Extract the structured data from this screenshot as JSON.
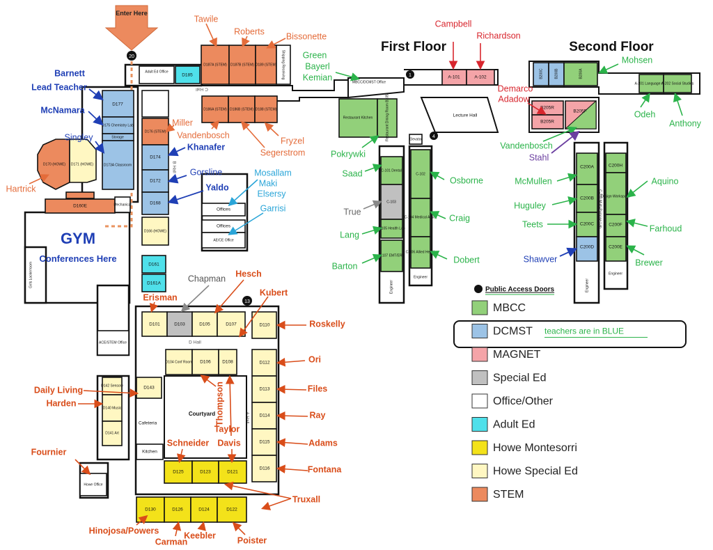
{
  "colors": {
    "mbcc": "#92d07a",
    "dcmst": "#9cc3e6",
    "magnet": "#f4a4a8",
    "special_ed": "#c0c0c0",
    "office_other": "#ffffff",
    "adult_ed": "#4fe0ea",
    "howe_montessori": "#f3e21a",
    "howe_special_ed": "#fff7c2",
    "stem": "#ec8a5e"
  },
  "headings": {
    "enter": "Enter Here",
    "first_floor": "First Floor",
    "second_floor": "Second Floor",
    "gym": "GYM",
    "conferences": "Conferences Here",
    "door_20": "20",
    "door_13": "13",
    "door_1": "1",
    "door_4": "4"
  },
  "rooms": {
    "adult_ed_office": "Adult Ed Office",
    "d185": "D185",
    "d187a": "D187A (STEM)",
    "d187b": "D187B (STEM)",
    "d189": "D189 (STEM)",
    "shipping": "Shipping Receiving",
    "c_hall": "C Hall",
    "d186a": "D186A (STEM)",
    "d186b": "D186B (STEM)",
    "d188": "D188 (STEM)",
    "d177": "D177",
    "d175": "D175 Chemistry Lab",
    "storage": "Storage",
    "d173a": "D173A Classroom",
    "d170": "D170 (HOWE)",
    "d171": "D171 (HOWE)",
    "d160e": "D160E",
    "mechanical": "Mechanical",
    "d176": "D176 (STEM)",
    "d174": "D174",
    "d172": "D172",
    "d168": "D168",
    "d166": "D166 (HOWE)",
    "b_hall": "B Hall",
    "offices1": "Offices",
    "offices2": "Offices",
    "ace_ce": "AE/CE Office",
    "d161": "D161",
    "d161a": "D161A",
    "girls_locker": "Girls Lockerroom",
    "ace_stem": "ACE/STEM Office",
    "d101": "D101",
    "d103": "D103",
    "d105": "D105",
    "d107": "D107",
    "d110": "D110",
    "d_hall": "D Hall",
    "d104": "D104 Conf Room",
    "d106": "D106",
    "d108": "D108",
    "d112": "D112",
    "d113": "D113",
    "d114": "D114",
    "d115": "D115",
    "d116": "D116",
    "a_hall": "A Hall",
    "d143": "D143",
    "d142": "D142 Sensory",
    "d140": "D140 Music",
    "d141": "D141 Art",
    "cafeteria": "Cafeteria",
    "courtyard": "Courtyard",
    "kitchen": "Kitchen",
    "d125": "D125",
    "d123": "D123",
    "d121": "D121",
    "howe_office": "Howe Office",
    "d130": "D130",
    "d126": "D126",
    "d124": "D124",
    "d122": "D122",
    "mbcc_office": "MBCC/DCMST Office",
    "a101": "A-101",
    "a102": "A-102",
    "restaurant_kitchen": "Restaurant Kitchen",
    "dining_room": "Restaurant Dining Room B105",
    "lecture_hall": "Lecture Hall",
    "elevator": "Elevator",
    "c101": "C-101 Dental",
    "c103": "C-103",
    "c105": "C-105 Health Lab",
    "c107": "C-107 EMT/ERT",
    "c102": "C-102",
    "c104": "C-104 Medical Assist",
    "c106": "C-106 Allied Health",
    "engineer1": "Engineer",
    "engineer2": "Engineer",
    "b200c": "B200C",
    "b200b": "B200B",
    "b200a": "B200A",
    "a201": "A-201 Language Arts",
    "a202": "A-202 Social Studies",
    "b205r1": "B205R",
    "b205r2": "B205R",
    "b205f": "B205F",
    "c200a": "C200A",
    "c200b": "C200B",
    "c200c": "C200C",
    "c200d": "C200D",
    "c200h": "C200H",
    "design": "Design Workspace",
    "c200f": "C200F",
    "c200e": "C200E",
    "c200_lab": "C-200 Multi-Purpose Lab",
    "engineer3": "Engineer",
    "engineer4": "Engineer"
  },
  "names": {
    "tawile": "Tawile",
    "roberts": "Roberts",
    "bissonette": "Bissonette",
    "green": "Green",
    "bayerl": "Bayerl",
    "kemian": "Kemian",
    "barnett": "Barnett",
    "lead_teacher": "Lead Teacher",
    "mcnamara": "McNamara",
    "singley": "Singley",
    "hartrick": "Hartrick",
    "miller": "Miller",
    "vandenbosch": "Vandenbosch",
    "frytzel": "Fryzel",
    "segerstrom": "Segerstrom",
    "khanafer": "Khanafer",
    "gorsline": "Gorsline",
    "yaldo": "Yaldo",
    "mosallam": "Mosallam",
    "maki": "Maki",
    "elsersy": "Elsersy",
    "garrisi": "Garrisi",
    "chapman": "Chapman",
    "hesch": "Hesch",
    "erisman": "Erisman",
    "kubert": "Kubert",
    "roskelly": "Roskelly",
    "ori": "Ori",
    "files": "Files",
    "ray": "Ray",
    "adams": "Adams",
    "fontana": "Fontana",
    "truxall": "Truxall",
    "thompson": "Thompson",
    "taylor": "Taylor",
    "davis": "Davis",
    "schneider": "Schneider",
    "daily_living": "Daily Living",
    "harden": "Harden",
    "fournier": "Fournier",
    "hinojosa": "Hinojosa/Powers",
    "carman": "Carman",
    "keebler": "Keebler",
    "poister": "Poister",
    "campbell": "Campbell",
    "richardson": "Richardson",
    "demarco": "Demarco",
    "adadow": "Adadow",
    "pokrywki": "Pokrywki",
    "saad": "Saad",
    "true_": "True",
    "lang": "Lang",
    "barton": "Barton",
    "osborne": "Osborne",
    "craig": "Craig",
    "dobert": "Dobert",
    "mohsen": "Mohsen",
    "odeh": "Odeh",
    "anthony": "Anthony",
    "vandenbosch2": "Vandenbosch",
    "stahl": "Stahl",
    "mcmullen": "McMullen",
    "huguley": "Huguley",
    "teets": "Teets",
    "shawver": "Shawver",
    "aquino": "Aquino",
    "farhoud": "Farhoud",
    "brewer": "Brewer"
  },
  "legend": {
    "title": "Public Access Doors",
    "items": [
      {
        "label": "MBCC",
        "color": "#92d07a"
      },
      {
        "label": "DCMST",
        "color": "#9cc3e6",
        "note": "teachers are in BLUE"
      },
      {
        "label": "MAGNET",
        "color": "#f4a4a8"
      },
      {
        "label": "Special Ed",
        "color": "#c0c0c0"
      },
      {
        "label": "Office/Other",
        "color": "#ffffff"
      },
      {
        "label": "Adult Ed",
        "color": "#4fe0ea"
      },
      {
        "label": "Howe Montesorri",
        "color": "#f3e21a"
      },
      {
        "label": "Howe Special Ed",
        "color": "#fff7c2"
      },
      {
        "label": "STEM",
        "color": "#ec8a5e"
      }
    ]
  }
}
